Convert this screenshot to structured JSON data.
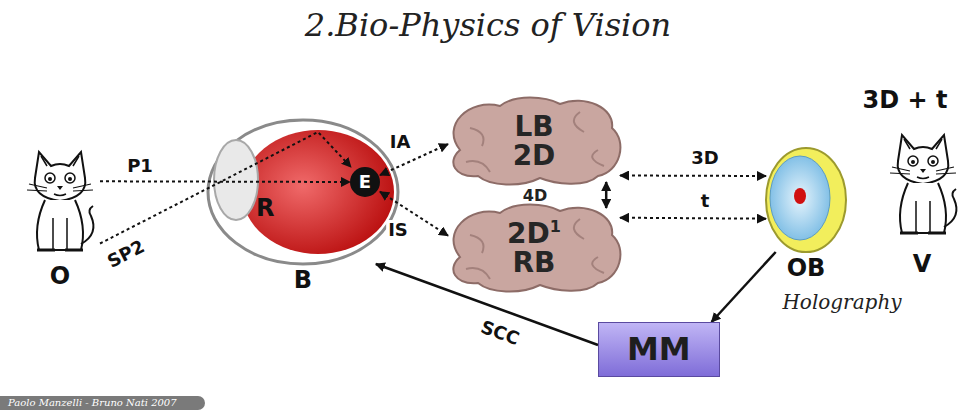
{
  "diagram": {
    "title": "2.Bio-Physics of Vision",
    "nodes": [
      {
        "text": [
          "O"
        ]
      },
      {
        "text": [
          "B",
          "R"
        ]
      },
      {
        "text": [
          "E"
        ],
        "in": 1
      },
      {
        "text": [
          "LB",
          "2D"
        ]
      },
      {
        "text": [
          "2D",
          "1",
          "RB"
        ]
      },
      {
        "text": [
          "OB"
        ]
      },
      {
        "text": [
          "V"
        ]
      },
      {
        "text": [
          "MM"
        ]
      }
    ],
    "edges": [
      {
        "from": 0,
        "to": 2,
        "label": "P1",
        "arrow": "to"
      },
      {
        "from": 0,
        "to": 2,
        "label": "SP2",
        "arrow": "to"
      },
      {
        "from": 2,
        "to": 3,
        "label": "IA",
        "arrow": "both"
      },
      {
        "from": 2,
        "to": 4,
        "label": "IS",
        "arrow": "both"
      },
      {
        "from": 3,
        "to": 4,
        "arrow": "both"
      },
      {
        "from": 3,
        "to": 5,
        "label": "3D",
        "arrow": "both"
      },
      {
        "from": 4,
        "to": 5,
        "label": "t",
        "arrow": "both"
      },
      {
        "from": 5,
        "to": 7,
        "arrow": "to"
      },
      {
        "from": 7,
        "to": 1,
        "label": "SCC",
        "arrow": "to"
      }
    ],
    "labels": [
      "4D",
      "3D + t",
      "Holography",
      "Paolo Manzelli - Bruno Nati 2007"
    ]
  }
}
